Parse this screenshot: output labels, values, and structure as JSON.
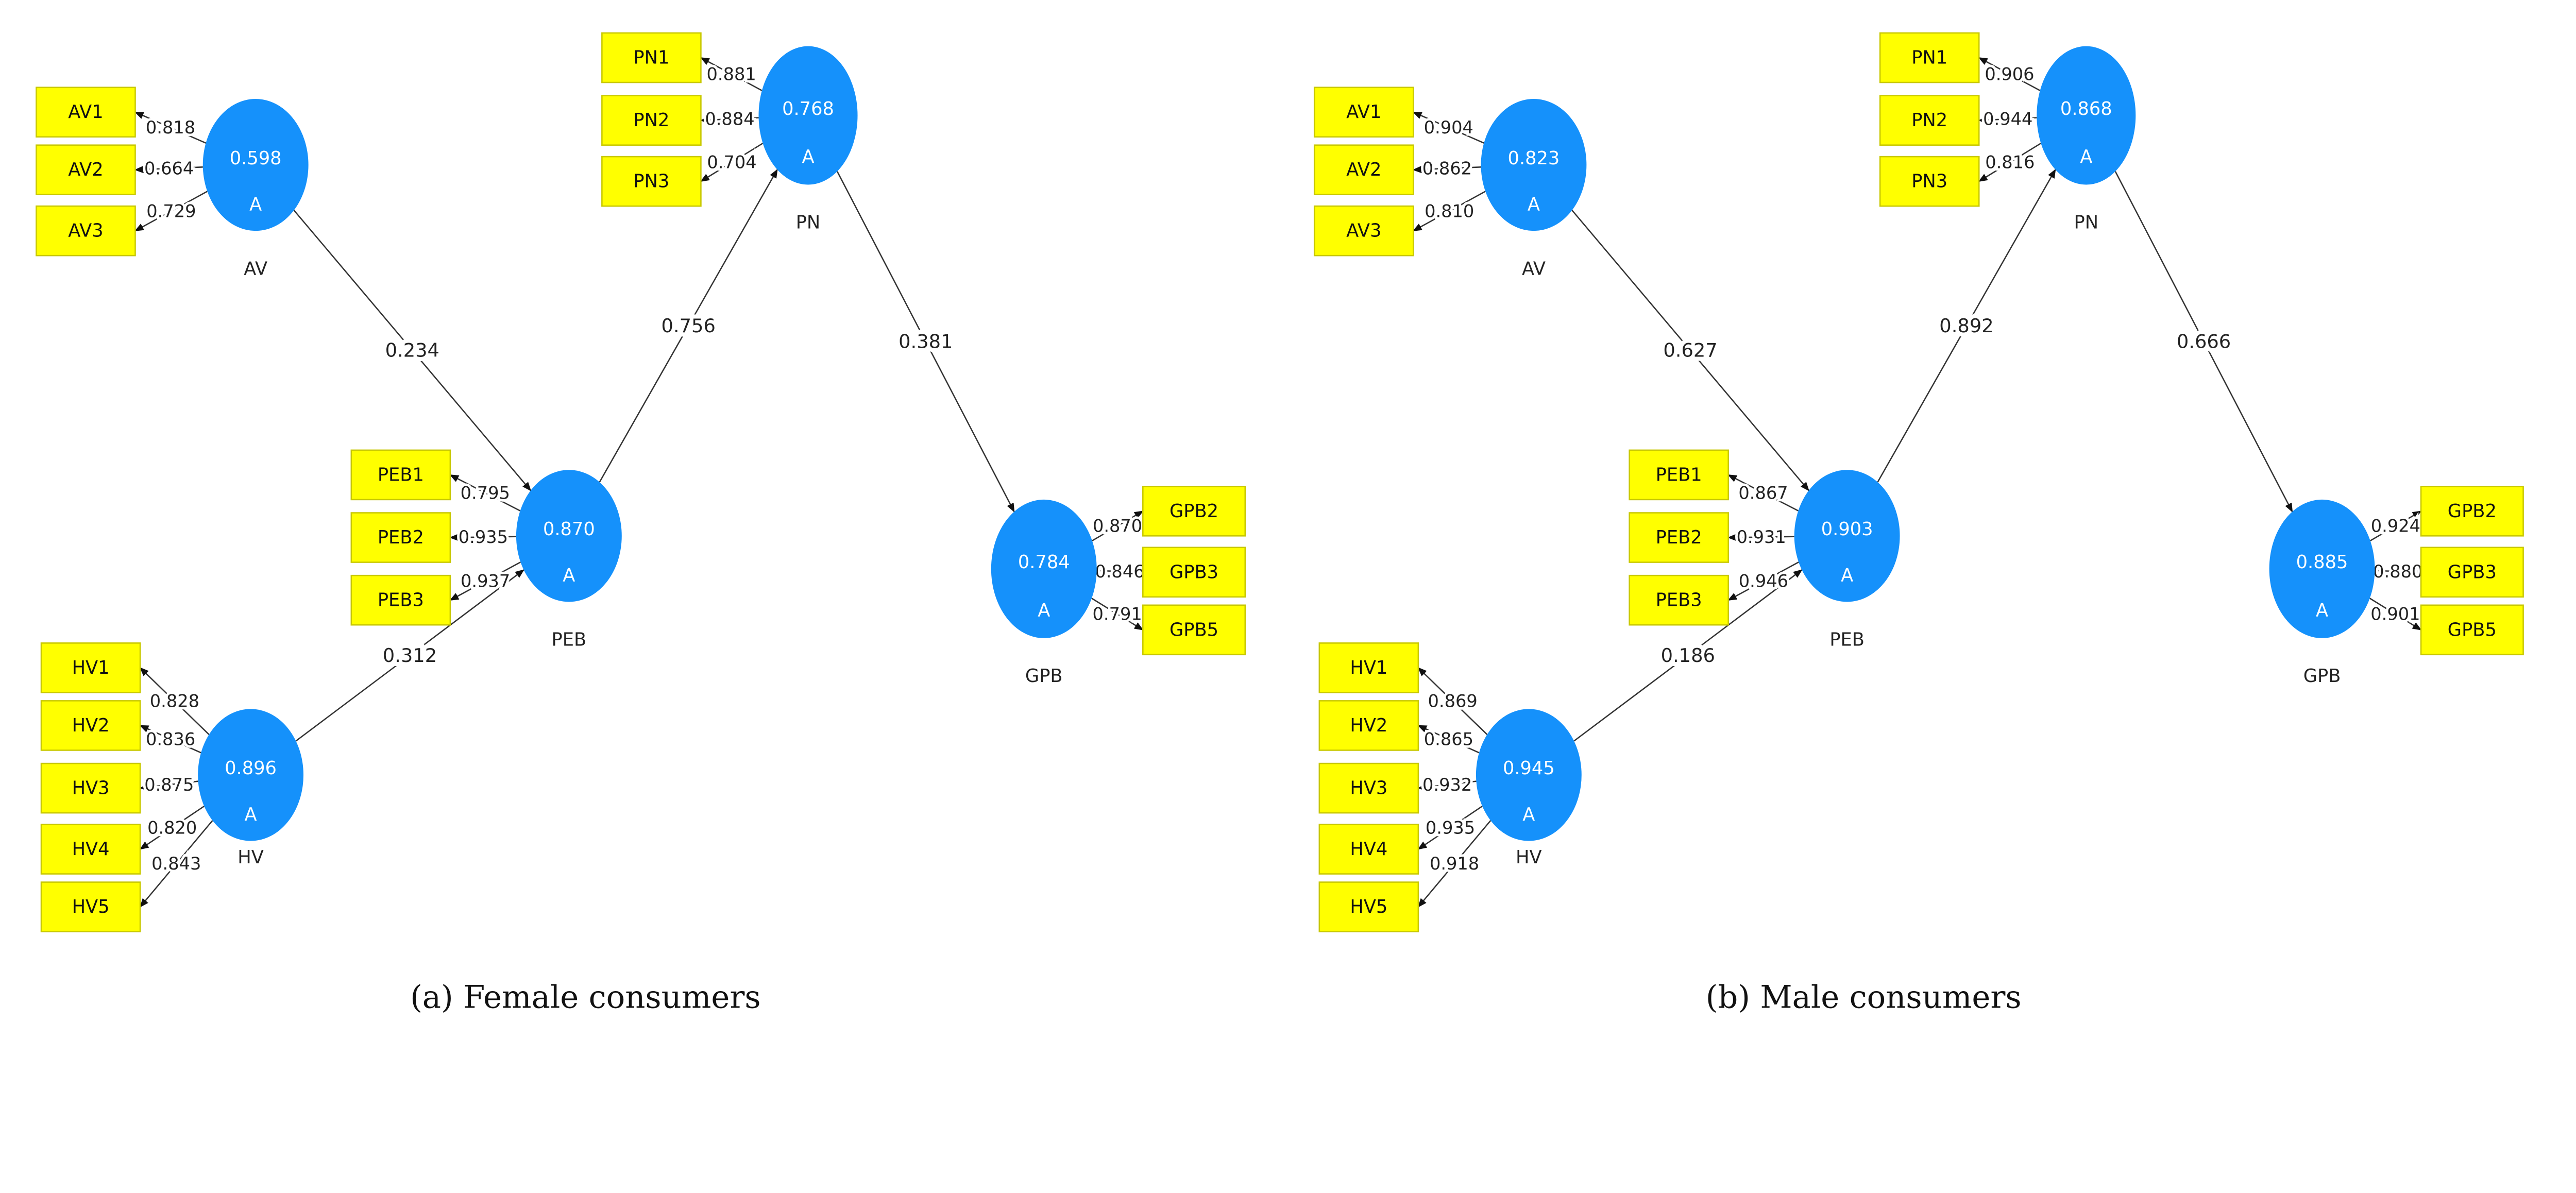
{
  "colors": {
    "latent": "#1591fb",
    "indicator": "#ffff00",
    "edge": "#333333"
  },
  "panels": [
    {
      "caption": "(a) Female consumers",
      "constructs": {
        "AV": {
          "name": "AV",
          "r2": "0.598",
          "mode": "A",
          "indicators": [
            {
              "name": "AV1",
              "loading": "0.818"
            },
            {
              "name": "AV2",
              "loading": "0.664"
            },
            {
              "name": "AV3",
              "loading": "0.729"
            }
          ]
        },
        "PN": {
          "name": "PN",
          "r2": "0.768",
          "mode": "A",
          "indicators": [
            {
              "name": "PN1",
              "loading": "0.881"
            },
            {
              "name": "PN2",
              "loading": "0.884"
            },
            {
              "name": "PN3",
              "loading": "0.704"
            }
          ]
        },
        "PEB": {
          "name": "PEB",
          "r2": "0.870",
          "mode": "A",
          "indicators": [
            {
              "name": "PEB1",
              "loading": "0.795"
            },
            {
              "name": "PEB2",
              "loading": "0.935"
            },
            {
              "name": "PEB3",
              "loading": "0.937"
            }
          ]
        },
        "HV": {
          "name": "HV",
          "r2": "0.896",
          "mode": "A",
          "indicators": [
            {
              "name": "HV1",
              "loading": "0.828"
            },
            {
              "name": "HV2",
              "loading": "0.836"
            },
            {
              "name": "HV3",
              "loading": "0.875"
            },
            {
              "name": "HV4",
              "loading": "0.820"
            },
            {
              "name": "HV5",
              "loading": "0.843"
            }
          ]
        },
        "GPB": {
          "name": "GPB",
          "r2": "0.784",
          "mode": "A",
          "indicators": [
            {
              "name": "GPB2",
              "loading": "0.870"
            },
            {
              "name": "GPB3",
              "loading": "0.846"
            },
            {
              "name": "GPB5",
              "loading": "0.791"
            }
          ]
        }
      },
      "paths": [
        {
          "from": "AV",
          "to": "PEB",
          "coef": "0.234"
        },
        {
          "from": "HV",
          "to": "PEB",
          "coef": "0.312"
        },
        {
          "from": "PEB",
          "to": "PN",
          "coef": "0.756"
        },
        {
          "from": "PN",
          "to": "GPB",
          "coef": "0.381"
        }
      ]
    },
    {
      "caption": "(b) Male consumers",
      "constructs": {
        "AV": {
          "name": "AV",
          "r2": "0.823",
          "mode": "A",
          "indicators": [
            {
              "name": "AV1",
              "loading": "0.904"
            },
            {
              "name": "AV2",
              "loading": "0.862"
            },
            {
              "name": "AV3",
              "loading": "0.810"
            }
          ]
        },
        "PN": {
          "name": "PN",
          "r2": "0.868",
          "mode": "A",
          "indicators": [
            {
              "name": "PN1",
              "loading": "0.906"
            },
            {
              "name": "PN2",
              "loading": "0.944"
            },
            {
              "name": "PN3",
              "loading": "0.816"
            }
          ]
        },
        "PEB": {
          "name": "PEB",
          "r2": "0.903",
          "mode": "A",
          "indicators": [
            {
              "name": "PEB1",
              "loading": "0.867"
            },
            {
              "name": "PEB2",
              "loading": "0.931"
            },
            {
              "name": "PEB3",
              "loading": "0.946"
            }
          ]
        },
        "HV": {
          "name": "HV",
          "r2": "0.945",
          "mode": "A",
          "indicators": [
            {
              "name": "HV1",
              "loading": "0.869"
            },
            {
              "name": "HV2",
              "loading": "0.865"
            },
            {
              "name": "HV3",
              "loading": "0.932"
            },
            {
              "name": "HV4",
              "loading": "0.935"
            },
            {
              "name": "HV5",
              "loading": "0.918"
            }
          ]
        },
        "GPB": {
          "name": "GPB",
          "r2": "0.885",
          "mode": "A",
          "indicators": [
            {
              "name": "GPB2",
              "loading": "0.924"
            },
            {
              "name": "GPB3",
              "loading": "0.880"
            },
            {
              "name": "GPB5",
              "loading": "0.901"
            }
          ]
        }
      },
      "paths": [
        {
          "from": "AV",
          "to": "PEB",
          "coef": "0.627"
        },
        {
          "from": "HV",
          "to": "PEB",
          "coef": "0.186"
        },
        {
          "from": "PEB",
          "to": "PN",
          "coef": "0.892"
        },
        {
          "from": "PN",
          "to": "GPB",
          "coef": "0.666"
        }
      ]
    }
  ]
}
